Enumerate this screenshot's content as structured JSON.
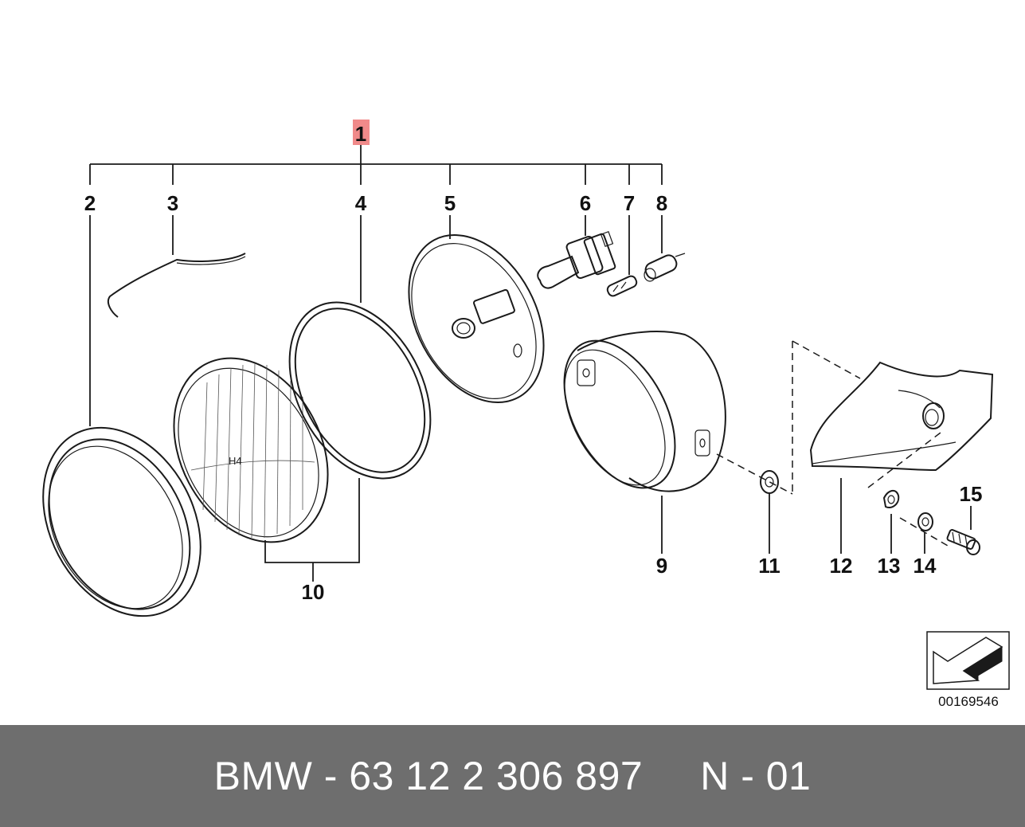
{
  "diagram": {
    "highlighted_callout": "1",
    "callouts": [
      "1",
      "2",
      "3",
      "4",
      "5",
      "6",
      "7",
      "8",
      "9",
      "10",
      "11",
      "12",
      "13",
      "14",
      "15"
    ],
    "lens_marking": "H4",
    "sheet_id": "00169546",
    "colors": {
      "highlight": "#f08a8a",
      "footer_bg": "#6e6e6e",
      "footer_text": "#ffffff"
    }
  },
  "footer": {
    "brand": "BMW",
    "part_number": "63 12 2 306 897",
    "code": "N - 01"
  }
}
